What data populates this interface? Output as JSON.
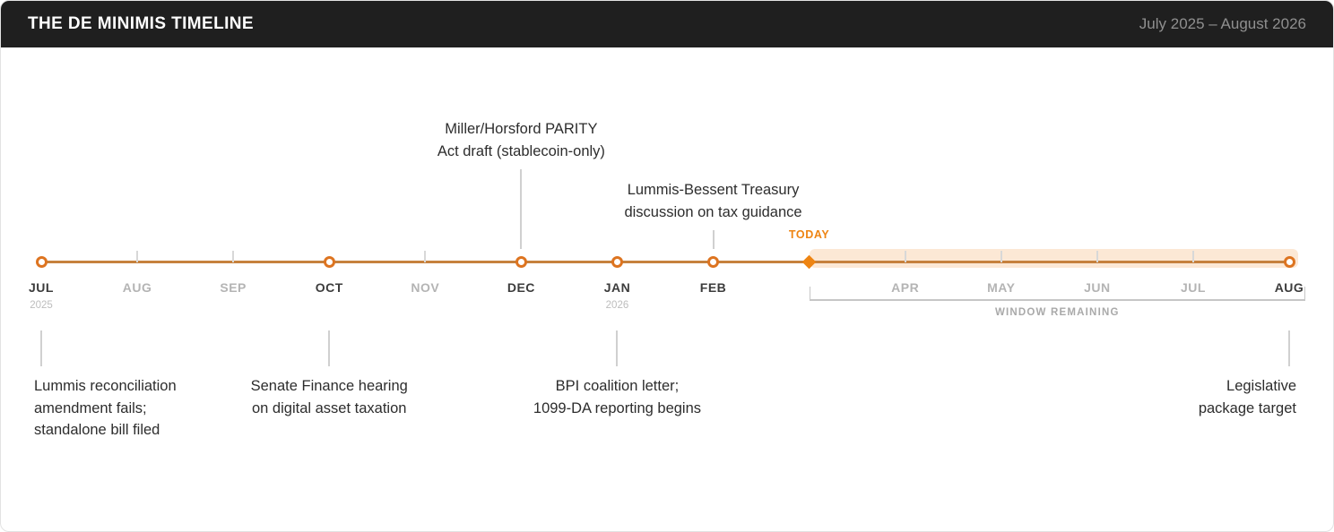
{
  "header": {
    "title": "THE DE MINIMIS TIMELINE",
    "date_range": "July 2025 – August 2026"
  },
  "timeline": {
    "months": [
      {
        "label": "JUL",
        "year": "2025",
        "type": "event"
      },
      {
        "label": "AUG",
        "type": "minor"
      },
      {
        "label": "SEP",
        "type": "minor"
      },
      {
        "label": "OCT",
        "type": "event"
      },
      {
        "label": "NOV",
        "type": "minor"
      },
      {
        "label": "DEC",
        "type": "event"
      },
      {
        "label": "JAN",
        "year": "2026",
        "type": "event"
      },
      {
        "label": "FEB",
        "type": "event"
      },
      {
        "label": "",
        "type": "today"
      },
      {
        "label": "APR",
        "type": "minor"
      },
      {
        "label": "MAY",
        "type": "minor"
      },
      {
        "label": "JUN",
        "type": "minor"
      },
      {
        "label": "JUL",
        "type": "minor"
      },
      {
        "label": "AUG",
        "type": "event"
      }
    ],
    "today_label": "TODAY",
    "window_label": "WINDOW REMAINING",
    "annotations_above": [
      {
        "month_index": 5,
        "tier": 0,
        "lines": [
          "Miller/Horsford PARITY",
          "Act draft (stablecoin-only)"
        ]
      },
      {
        "month_index": 7,
        "tier": 1,
        "lines": [
          "Lummis-Bessent Treasury",
          "discussion on tax guidance"
        ]
      }
    ],
    "annotations_below": [
      {
        "month_index": 0,
        "align": "left",
        "lines": [
          "Lummis reconciliation",
          "amendment fails;",
          "standalone bill filed"
        ]
      },
      {
        "month_index": 3,
        "align": "center",
        "lines": [
          "Senate Finance hearing",
          "on digital asset taxation"
        ]
      },
      {
        "month_index": 6,
        "align": "center",
        "lines": [
          "BPI coalition letter;",
          "1099-DA reporting begins"
        ]
      },
      {
        "month_index": 13,
        "align": "right",
        "lines": [
          "Legislative",
          "package target"
        ]
      }
    ]
  },
  "colors": {
    "accent_line": "#c6813d",
    "accent_marker": "#dd7420",
    "accent_today": "#ee8412",
    "window_band": "#fce8d5",
    "header_bg": "#1f1f1f"
  }
}
